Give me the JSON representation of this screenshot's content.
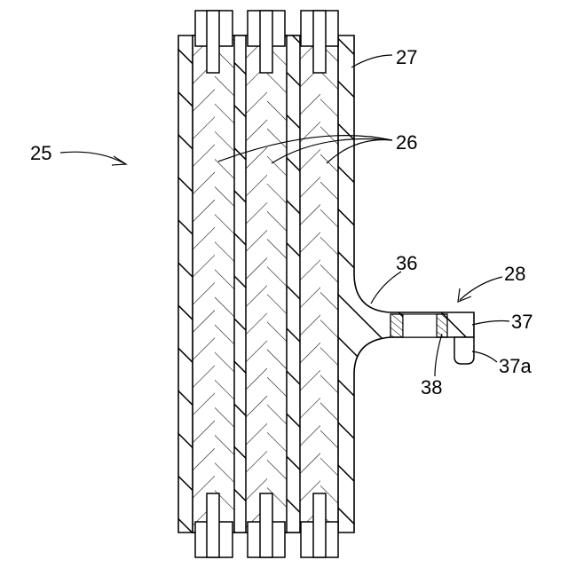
{
  "labels": {
    "assembly": "25",
    "cells": "26",
    "outer_cover": "27",
    "connector": "28",
    "fillet": "36",
    "flange": "37",
    "flange_tip": "37a",
    "insert": "38"
  },
  "colors": {
    "line": "#000000",
    "background": "#ffffff"
  }
}
